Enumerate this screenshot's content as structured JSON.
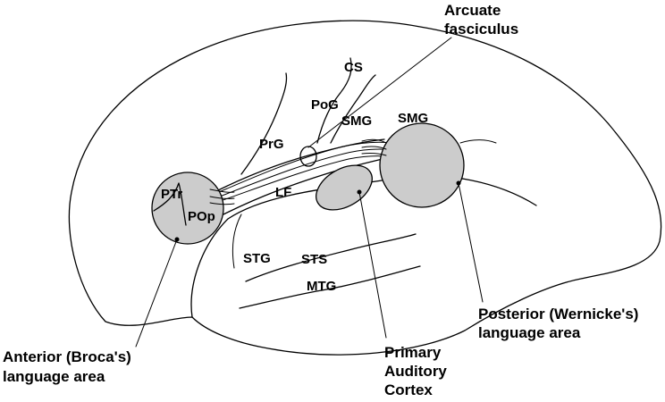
{
  "labels": {
    "arcuate": [
      "Arcuate",
      "fasciculus"
    ],
    "cs": "CS",
    "pog": "PoG",
    "prg": "PrG",
    "smg_inner": "SMG",
    "smg_outer": "SMG",
    "ptr": "PTr",
    "pop": "POp",
    "lf": "LF",
    "stg": "STG",
    "sts": "STS",
    "mtg": "MTG",
    "posterior": [
      "Posterior (Wernicke's)",
      "language area"
    ],
    "anterior": [
      "Anterior (Broca's)",
      "language area"
    ],
    "primary": [
      "Primary",
      "Auditory",
      "Cortex"
    ]
  },
  "colors": {
    "outline": "#000000",
    "region_fill": "#cccccc",
    "background": "#ffffff"
  }
}
